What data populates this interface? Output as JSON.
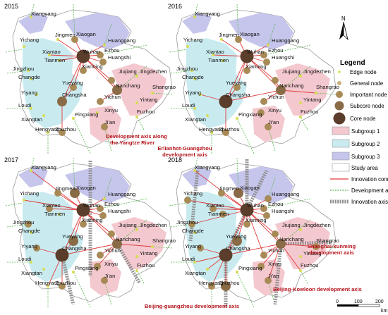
{
  "panels": [
    {
      "year": "2015"
    },
    {
      "year": "2016"
    },
    {
      "year": "2017"
    },
    {
      "year": "2018"
    }
  ],
  "cities": {
    "xiangyang": "Xiangyang",
    "yichang": "Yichang",
    "jingmen": "Jingmen",
    "xiaogan": "Xiaogan",
    "huanggang": "Huanggang",
    "wuhan": "Wuhan",
    "ezhou": "Ezhou",
    "xiantao": "Xiantao",
    "huangshi": "Huangshi",
    "tianmen": "Tianmen",
    "xianning": "Xianning",
    "jiujiang": "Jiujiang",
    "jingdezhen": "Jingdezhen",
    "jingzhou": "Jingzhou",
    "changde": "Changde",
    "yueyang": "Yueyang",
    "nanchang": "Nanchang",
    "shangrao": "Shangrao",
    "yiyang": "Yiyang",
    "changsha": "Changsha",
    "yichun": "Yichun",
    "yintang": "Yintang",
    "loudi": "Loudi",
    "xinyu": "Xinyu",
    "fuzhou": "Fuzhou",
    "pingxiang": "Pingxiang",
    "xiangtan": "Xiangtan",
    "jian": "Ji'an",
    "hengyang": "Hengyang",
    "zhuzhou": "Zhuzhou"
  },
  "axis_labels": {
    "yangtze": [
      "Development axis along",
      "the Yangtze River"
    ],
    "erlianhot": [
      "Erlianhot-Guangzhou",
      "development axis"
    ],
    "shanghai": [
      "Shanghai-kunming",
      "development axis"
    ],
    "beijing_kowloon": "Beijing-Kowloon development axis",
    "beijing_guangzhou": "Beijing-guangzhou development axis"
  },
  "north": "N",
  "legend": {
    "title": "Legend",
    "items": [
      {
        "label": "Edge node",
        "color": "#d7dd52"
      },
      {
        "label": "General node",
        "color": "#c9b07d"
      },
      {
        "label": "Important node",
        "color": "#a88a57"
      },
      {
        "label": "Subcore node",
        "color": "#8a6b47"
      },
      {
        "label": "Core node",
        "color": "#5a3e2b"
      },
      {
        "label": "Subgroup 1",
        "color": "#f4c8cf"
      },
      {
        "label": "Subgroup 2",
        "color": "#c9ebf0"
      },
      {
        "label": "Subgroup 3",
        "color": "#c6c5ec"
      },
      {
        "label": "Study area",
        "color": "#ffffff"
      },
      {
        "label": "Innovation connection",
        "color": "#e03b3b"
      },
      {
        "label": "Development axis",
        "color": "#55b84a"
      },
      {
        "label": "Innovation axis",
        "color": "#8c8c8c"
      }
    ]
  },
  "scale": {
    "ticks": [
      "0",
      "100",
      "200"
    ],
    "unit": "km"
  }
}
